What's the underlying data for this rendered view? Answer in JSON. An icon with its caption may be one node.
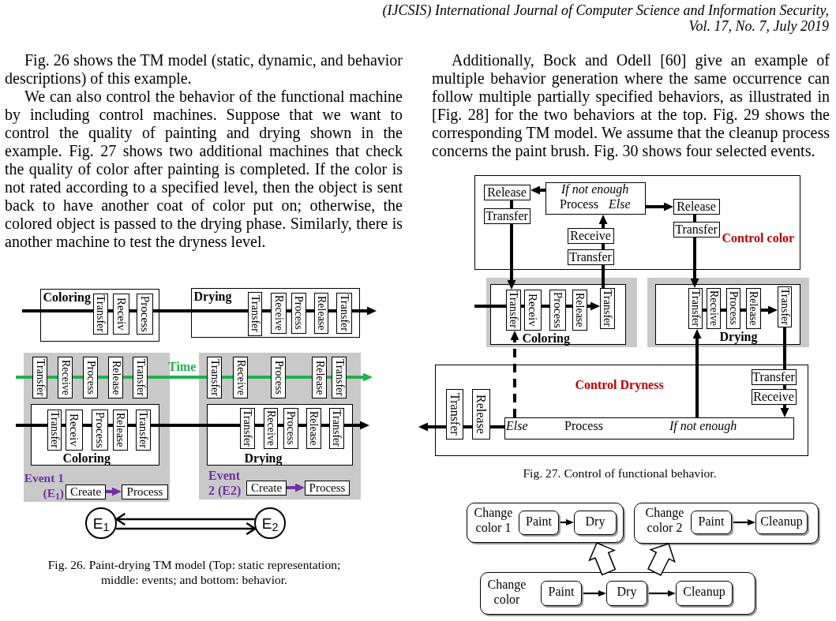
{
  "diagram": {
    "nodes": [
      {
        "text": [
          "Coloring"
        ]
      },
      {
        "text": [
          "Transfer"
        ],
        "in": 0
      },
      {
        "text": [
          "Receiv"
        ],
        "in": 0
      },
      {
        "text": [
          "Process"
        ],
        "in": 0
      },
      {
        "text": [
          "Drying"
        ]
      },
      {
        "text": [
          "Transfer"
        ],
        "in": 4
      },
      {
        "text": [
          "Receive"
        ],
        "in": 4
      },
      {
        "text": [
          "Process"
        ],
        "in": 4
      },
      {
        "text": [
          "Release"
        ],
        "in": 4
      },
      {
        "text": [
          "Transfer"
        ],
        "in": 4
      },
      {
        "text": [
          "Event 1 (E$_{1}$)"
        ]
      },
      {
        "text": [
          "Transfer"
        ],
        "in": 10
      },
      {
        "text": [
          "Receive"
        ],
        "in": 10
      },
      {
        "text": [
          "Process"
        ],
        "in": 10
      },
      {
        "text": [
          "Release"
        ],
        "in": 10
      },
      {
        "text": [
          "Transfer"
        ],
        "in": 10
      },
      {
        "text": [
          "Coloring"
        ],
        "in": 10
      },
      {
        "text": [
          "Transfer"
        ],
        "in": 16
      },
      {
        "text": [
          "Receiv"
        ],
        "in": 16
      },
      {
        "text": [
          "Process"
        ],
        "in": 16
      },
      {
        "text": [
          "Release"
        ],
        "in": 16
      },
      {
        "text": [
          "Transfer"
        ],
        "in": 16
      },
      {
        "text": [
          "Create"
        ],
        "in": 10
      },
      {
        "text": [
          "Process"
        ],
        "in": 10
      },
      {
        "text": [
          "Event 2 (E2)"
        ]
      },
      {
        "text": [
          "Transfer"
        ],
        "in": 24
      },
      {
        "text": [
          "Receive"
        ],
        "in": 24
      },
      {
        "text": [
          "Process"
        ],
        "in": 24
      },
      {
        "text": [
          "Release"
        ],
        "in": 24
      },
      {
        "text": [
          "Transfer"
        ],
        "in": 24
      },
      {
        "text": [
          "Drying"
        ],
        "in": 24
      },
      {
        "text": [
          "Transfer"
        ],
        "in": 30
      },
      {
        "text": [
          "Receive"
        ],
        "in": 30
      },
      {
        "text": [
          "Process"
        ],
        "in": 30
      },
      {
        "text": [
          "Release"
        ],
        "in": 30
      },
      {
        "text": [
          "Transfer"
        ],
        "in": 30
      },
      {
        "text": [
          "Create"
        ],
        "in": 24
      },
      {
        "text": [
          "Process"
        ],
        "in": 24
      },
      {
        "text": [
          "E$_{1}$"
        ]
      },
      {
        "text": [
          "E$_{2}$"
        ]
      },
      {
        "text": [
          "Control color"
        ]
      },
      {
        "text": [
          "Release"
        ],
        "in": 40
      },
      {
        "text": [
          "Transfer"
        ],
        "in": 40
      },
      {
        "text": [
          "If not enough",
          "Process",
          "Else"
        ],
        "in": 40
      },
      {
        "text": [
          "Receive"
        ],
        "in": 40
      },
      {
        "text": [
          "Transfer"
        ],
        "in": 40
      },
      {
        "text": [
          "Release"
        ],
        "in": 40
      },
      {
        "text": [
          "Transfer"
        ],
        "in": 40
      },
      {
        "text": [],
        "shape": "box"
      },
      {
        "text": [
          "Coloring"
        ],
        "in": 48
      },
      {
        "text": [
          "Transfer"
        ],
        "in": 49
      },
      {
        "text": [
          "Receiv"
        ],
        "in": 49
      },
      {
        "text": [
          "Process"
        ],
        "in": 49
      },
      {
        "text": [
          "Release"
        ],
        "in": 49
      },
      {
        "text": [
          "Transfer"
        ],
        "in": 49
      },
      {
        "text": [],
        "shape": "box"
      },
      {
        "text": [
          "Drying"
        ],
        "in": 55
      },
      {
        "text": [
          "Transfer"
        ],
        "in": 56
      },
      {
        "text": [
          "Receive"
        ],
        "in": 56
      },
      {
        "text": [
          "Process"
        ],
        "in": 56
      },
      {
        "text": [
          "Release"
        ],
        "in": 56
      },
      {
        "text": [
          "Transfer"
        ],
        "in": 56
      },
      {
        "text": [
          "Control Dryness"
        ]
      },
      {
        "text": [
          "Transfer"
        ],
        "in": 62
      },
      {
        "text": [
          "Receive"
        ],
        "in": 62
      },
      {
        "text": [
          "Else",
          "Process",
          "If not enough"
        ],
        "in": 62
      },
      {
        "text": [
          "Transfer"
        ],
        "in": 62
      },
      {
        "text": [
          "Release"
        ],
        "in": 62
      },
      {
        "text": [
          "Change color 1"
        ]
      },
      {
        "text": [
          "Paint"
        ],
        "in": 68
      },
      {
        "text": [
          "Dry"
        ],
        "in": 68
      },
      {
        "text": [
          "Change color 2"
        ]
      },
      {
        "text": [
          "Paint"
        ],
        "in": 71
      },
      {
        "text": [
          "Cleanup"
        ],
        "in": 71
      },
      {
        "text": [
          "Change color"
        ]
      },
      {
        "text": [
          "Paint"
        ],
        "in": 74
      },
      {
        "text": [
          "Dry"
        ],
        "in": 74
      },
      {
        "text": [
          "Cleanup"
        ],
        "in": 74
      }
    ],
    "edges": [
      {
        "from": null,
        "to": 1,
        "arrow": "none"
      },
      {
        "from": 1,
        "to": 2,
        "arrow": "none"
      },
      {
        "from": 2,
        "to": 3,
        "arrow": "none"
      },
      {
        "from": 3,
        "to": 5,
        "arrow": "none"
      },
      {
        "from": 5,
        "to": 6,
        "arrow": "none"
      },
      {
        "from": 6,
        "to": 7,
        "arrow": "none"
      },
      {
        "from": 7,
        "to": 8,
        "arrow": "none"
      },
      {
        "from": 8,
        "to": 9,
        "arrow": "none"
      },
      {
        "from": 9,
        "to": null,
        "arrow": "to"
      },
      {
        "from": null,
        "to": 11,
        "arrow": "none",
        "color": "#22b14c"
      },
      {
        "from": 11,
        "to": 12,
        "arrow": "none",
        "color": "#22b14c"
      },
      {
        "from": 12,
        "to": 13,
        "arrow": "none",
        "color": "#22b14c"
      },
      {
        "from": 13,
        "to": 14,
        "arrow": "none",
        "color": "#22b14c"
      },
      {
        "from": 14,
        "to": 15,
        "arrow": "none",
        "color": "#22b14c"
      },
      {
        "from": 15,
        "to": 25,
        "arrow": "none",
        "color": "#22b14c",
        "label": "Time"
      },
      {
        "from": 25,
        "to": 26,
        "arrow": "none",
        "color": "#22b14c"
      },
      {
        "from": 26,
        "to": 27,
        "arrow": "none",
        "color": "#22b14c"
      },
      {
        "from": 27,
        "to": 28,
        "arrow": "none",
        "color": "#22b14c"
      },
      {
        "from": 28,
        "to": 29,
        "arrow": "none",
        "color": "#22b14c"
      },
      {
        "from": 29,
        "to": null,
        "arrow": "to",
        "color": "#22b14c"
      },
      {
        "from": null,
        "to": 17,
        "arrow": "none"
      },
      {
        "from": 17,
        "to": 18,
        "arrow": "none"
      },
      {
        "from": 18,
        "to": 19,
        "arrow": "none"
      },
      {
        "from": 19,
        "to": 20,
        "arrow": "none"
      },
      {
        "from": 20,
        "to": 21,
        "arrow": "none"
      },
      {
        "from": 21,
        "to": 31,
        "arrow": "none"
      },
      {
        "from": 31,
        "to": 32,
        "arrow": "none"
      },
      {
        "from": 32,
        "to": 33,
        "arrow": "none"
      },
      {
        "from": 33,
        "to": 34,
        "arrow": "none"
      },
      {
        "from": 34,
        "to": 35,
        "arrow": "none"
      },
      {
        "from": 35,
        "to": null,
        "arrow": "to"
      },
      {
        "from": 22,
        "to": 23,
        "arrow": "to",
        "color": "#7030a0"
      },
      {
        "from": 36,
        "to": 37,
        "arrow": "to",
        "color": "#7030a0"
      },
      {
        "from": 39,
        "to": 38,
        "arrow": "to"
      },
      {
        "from": 38,
        "to": 39,
        "arrow": "to"
      },
      {
        "from": 43,
        "to": 41,
        "arrow": "to"
      },
      {
        "from": 41,
        "to": 42,
        "arrow": "none"
      },
      {
        "from": 42,
        "to": 50,
        "arrow": "to"
      },
      {
        "from": 54,
        "to": 45,
        "arrow": "none"
      },
      {
        "from": 45,
        "to": 44,
        "arrow": "none"
      },
      {
        "from": 44,
        "to": 43,
        "arrow": "to"
      },
      {
        "from": 43,
        "to": 46,
        "arrow": "to"
      },
      {
        "from": 46,
        "to": 47,
        "arrow": "none"
      },
      {
        "from": 47,
        "to": 57,
        "arrow": "to"
      },
      {
        "from": null,
        "to": 50,
        "arrow": "none"
      },
      {
        "from": 50,
        "to": 51,
        "arrow": "none"
      },
      {
        "from": 51,
        "to": 52,
        "arrow": "none"
      },
      {
        "from": 52,
        "to": 53,
        "arrow": "none"
      },
      {
        "from": 53,
        "to": 54,
        "arrow": "to"
      },
      {
        "from": 57,
        "to": 58,
        "arrow": "none"
      },
      {
        "from": 58,
        "to": 59,
        "arrow": "none"
      },
      {
        "from": 59,
        "to": 60,
        "arrow": "none"
      },
      {
        "from": 60,
        "to": 61,
        "arrow": "to"
      },
      {
        "from": 61,
        "to": 63,
        "arrow": "none"
      },
      {
        "from": 63,
        "to": 64,
        "arrow": "none"
      },
      {
        "from": 64,
        "to": 65,
        "arrow": "to"
      },
      {
        "from": 65,
        "to": 57,
        "arrow": "to"
      },
      {
        "from": 65,
        "to": 50,
        "arrow": "to",
        "style": "dashed"
      },
      {
        "from": 65,
        "to": 67,
        "arrow": "none"
      },
      {
        "from": 67,
        "to": 66,
        "arrow": "none"
      },
      {
        "from": 66,
        "to": null,
        "arrow": "to"
      },
      {
        "from": 69,
        "to": 70,
        "arrow": "to"
      },
      {
        "from": 72,
        "to": 73,
        "arrow": "to"
      },
      {
        "from": 75,
        "to": 76,
        "arrow": "to"
      },
      {
        "from": 76,
        "to": 77,
        "arrow": "to"
      },
      {
        "from": 74,
        "to": 68,
        "arrow": "to",
        "style": "thick"
      },
      {
        "from": 74,
        "to": 71,
        "arrow": "to",
        "style": "thick"
      }
    ],
    "labels": [
      "(IJCSIS) International Journal of Computer Science and Information Security,",
      "Vol. 17, No. 7, July 2019",
      "Fig. 26 shows the TM model (static, dynamic, and behavior descriptions) of this example.",
      "We can also control the behavior of the functional machine by including control machines. Suppose that we want to control the quality of painting and drying shown in the example. Fig. 27 shows two additional machines that check the quality of color after painting is completed. If the color is not rated according to a specified level, then the object is sent back to have another coat of color put on; otherwise, the colored object is passed to the drying phase. Similarly, there is another machine to test the dryness level.",
      "Fig. 26. Paint-drying TM model (Top: static representation; middle: events; and bottom: behavior.",
      "Additionally, Bock and Odell [60] give an example of multiple behavior generation where the same occurrence can follow multiple partially specified behaviors, as illustrated in [Fig. 28] for the two behaviors at the top. Fig. 29 shows the corresponding TM model. We assume that the cleanup process concerns the paint brush. Fig. 30 shows four selected events.",
      "Fig. 27. Control of functional behavior."
    ]
  }
}
